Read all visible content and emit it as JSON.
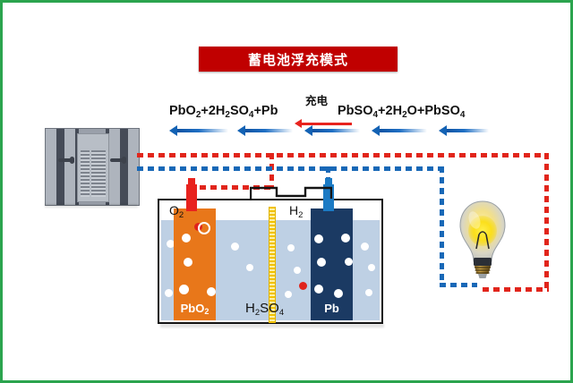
{
  "title": {
    "text": "蓄电池浮充模式"
  },
  "equation": {
    "left": "PbO2+2H2SO4+Pb",
    "right": "PbSO4+2H2O+PbSO4",
    "charge_label": "充电",
    "arrow_direction": "left",
    "arrow_color_reaction": "#e8231e",
    "arrow_color_flow": "#1362b4"
  },
  "cell": {
    "positive_plate_label": "PbO2",
    "negative_plate_label": "Pb",
    "electrolyte_label": "H2SO4",
    "gas_positive_label": "O2",
    "gas_negative_label": "H2",
    "positive_plate_color": "#e8771a",
    "negative_plate_color": "#1b3a63",
    "electrolyte_color": "#bed0e4",
    "separator_color": "#f2c200",
    "positive_terminal_color": "#e8231e",
    "negative_terminal_color": "#1b7ac4"
  },
  "devices": {
    "cabinet_name": "power-supply-cabinet",
    "lamp_name": "light-bulb",
    "lamp_state": "on"
  },
  "wiring": {
    "positive_wire_color": "#e1251b",
    "negative_wire_color": "#1868b7",
    "style": "dashed"
  },
  "frame": {
    "border_color": "#2ba44e"
  }
}
